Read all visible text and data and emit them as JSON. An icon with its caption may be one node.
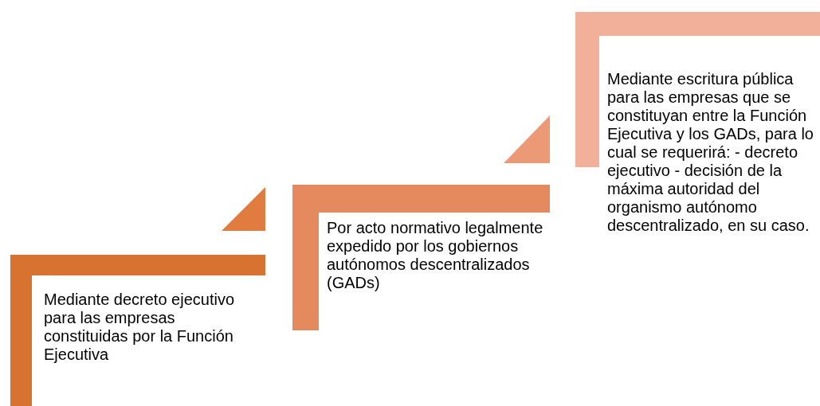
{
  "diagram": {
    "nodes": [
      {
        "text": [
          "Mediante decreto ejecutivo para las empresas constituidas por la Función Ejecutiva"
        ]
      },
      {
        "text": [
          "Por acto normativo legalmente expedido por los gobiernos autónomos descentralizados (GADs)"
        ]
      },
      {
        "text": [
          "Mediante escritura pública para las empresas que se constituyan entre la Función Ejecutiva y los GADs, para lo cual se requerirá: - decreto ejecutivo - decisión de la máxima autoridad del organismo autónomo descentralizado, en su caso."
        ]
      }
    ]
  }
}
